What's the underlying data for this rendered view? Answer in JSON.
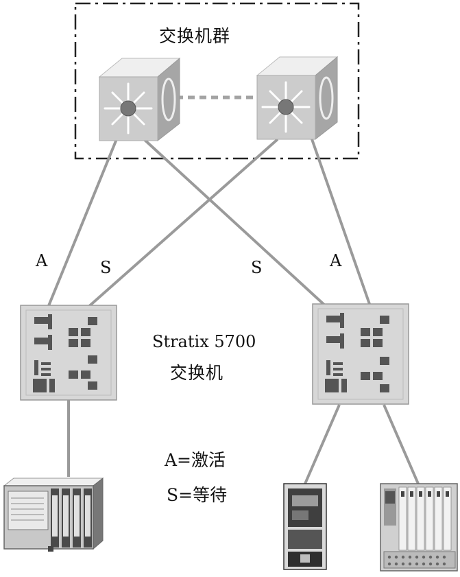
{
  "cluster": {
    "title": "交换机群"
  },
  "links": [
    {
      "id": "left-to-coreL",
      "label": "A"
    },
    {
      "id": "left-to-coreR",
      "label": "S"
    },
    {
      "id": "right-to-coreL",
      "label": "S"
    },
    {
      "id": "right-to-coreR",
      "label": "A"
    }
  ],
  "access_switch": {
    "name": "Stratix 5700",
    "type": "交换机"
  },
  "legend": {
    "active": "A=激活",
    "standby": "S=等待"
  },
  "colors": {
    "line": "#9a9a9a",
    "dashed_box": "#222222",
    "device_body": "#d7d7d7",
    "device_dark": "#555555"
  }
}
